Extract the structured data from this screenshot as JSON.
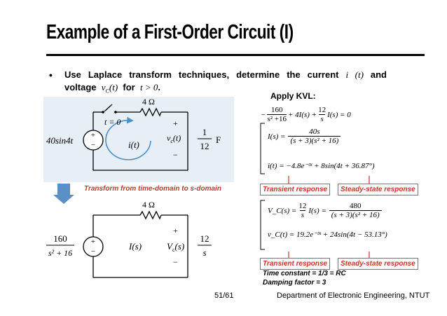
{
  "slide": {
    "title": "Example of a First-Order Circuit (I)",
    "bullet": "•",
    "question": {
      "line1_words": [
        "Use",
        "Laplace",
        "transform",
        "techniques,",
        "determine",
        "the",
        "current",
        "i (t)",
        "and"
      ],
      "line2": {
        "a": "voltage",
        "b": "v",
        "b_sub": "C",
        "c": "(t)",
        "d": "for",
        "e": "t > 0",
        "f": "."
      }
    }
  },
  "circuit_time": {
    "source": "40sin4t",
    "plus": "+",
    "minus": "−",
    "resistor": "4 Ω",
    "switch": "t = 0",
    "current": "i(t)",
    "cap_voltage": "v",
    "cap_voltage_sub": "c",
    "cap_voltage_arg": "(t)",
    "cap_plus": "+",
    "cap_minus": "−",
    "cap_num": "1",
    "cap_den": "12",
    "cap_unit": "F"
  },
  "transform_note": "Transform from time-domain to s-domain",
  "circuit_s": {
    "source_num": "160",
    "source_den": "s² + 16",
    "plus": "+",
    "minus": "−",
    "resistor": "4 Ω",
    "current": "I(s)",
    "cap_voltage": "V",
    "cap_voltage_sub": "c",
    "cap_voltage_arg": "(s)",
    "cap_plus": "+",
    "cap_minus": "−",
    "imp_num": "12",
    "imp_den": "s"
  },
  "analysis": {
    "heading": "Apply KVL:",
    "kvl": {
      "lead": "−",
      "n1": "160",
      "d1": "s² +16",
      "mid": "+ 4I(s) +",
      "n2": "12",
      "d2": "s",
      "tail": "I(s) = 0"
    },
    "current_s": {
      "lhs": "I(s) =",
      "num": "40s",
      "den": "(s + 3)(s² + 16)"
    },
    "current_t": "i(t) = −4.8e⁻³ᵗ + 8sin(4t + 36.87°)",
    "tag_transient": "Transient response",
    "tag_steady": "Steady-state response",
    "voltage_s": {
      "lhs": "V_C(s) =",
      "n1": "12",
      "d1": "s",
      "mid": "I(s) =",
      "num": "480",
      "den": "(s + 3)(s² + 16)"
    },
    "voltage_t": "v_C(t) = 19.2e⁻³ᵗ + 24sin(4t − 53.13°)",
    "tag_transient_2": "Transient response",
    "tag_steady_2": "Steady-state response",
    "time_constant": "Time constant = 1/3 = RC",
    "damping": "Damping factor = 3"
  },
  "footer": {
    "page": "51/61",
    "department": "Department of Electronic Engineering, NTUT"
  }
}
